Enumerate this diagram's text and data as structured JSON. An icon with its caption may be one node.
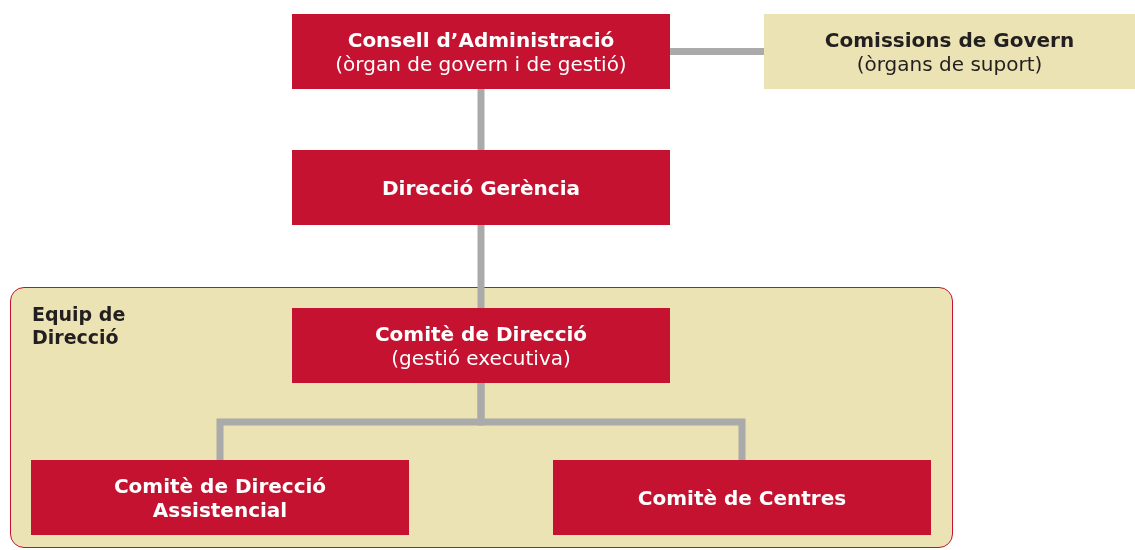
{
  "diagram": {
    "nodes": [
      {
        "text": [
          "Consell d’Administració",
          "(òrgan de govern i de gestió)"
        ]
      },
      {
        "text": [
          "Comissions de Govern",
          "(òrgans de suport)"
        ]
      },
      {
        "text": [
          "Direcció Gerència"
        ]
      },
      {
        "text": [
          "Equip de Direcció"
        ]
      },
      {
        "text": [
          "Comitè de Direcció",
          "(gestió executiva)"
        ],
        "in": 3
      },
      {
        "text": [
          "Comitè de Direcció Assistencial"
        ],
        "in": 3
      },
      {
        "text": [
          "Comitè de Centres"
        ],
        "in": 3
      }
    ],
    "edges": [
      {
        "from": 0,
        "to": 1,
        "arrow": "none"
      },
      {
        "from": 0,
        "to": 2,
        "arrow": "none"
      },
      {
        "from": 2,
        "to": 4,
        "arrow": "none"
      },
      {
        "from": 4,
        "to": 5,
        "arrow": "none"
      },
      {
        "from": 4,
        "to": 6,
        "arrow": "none"
      }
    ]
  }
}
